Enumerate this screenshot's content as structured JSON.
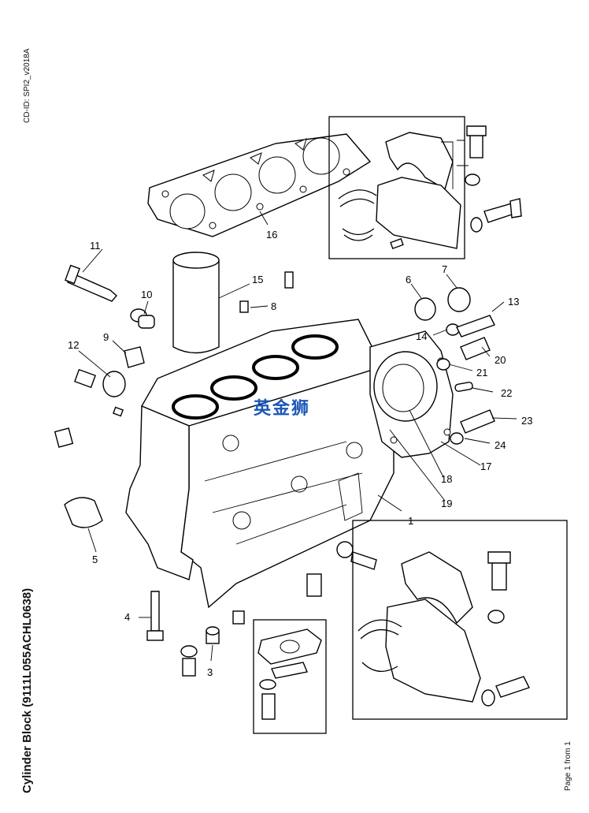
{
  "header": {
    "cd_id": "CD-ID: SPI2_v2018A"
  },
  "title": "Cylinder Block (9111L055ACHL0638)",
  "footer": {
    "page_info": "Page 1 from 1"
  },
  "watermark": "英金狮",
  "callouts": [
    {
      "id": "1",
      "label": "1"
    },
    {
      "id": "3",
      "label": "3"
    },
    {
      "id": "4",
      "label": "4"
    },
    {
      "id": "5",
      "label": "5"
    },
    {
      "id": "6",
      "label": "6"
    },
    {
      "id": "7",
      "label": "7"
    },
    {
      "id": "8",
      "label": "8"
    },
    {
      "id": "9",
      "label": "9"
    },
    {
      "id": "10",
      "label": "10"
    },
    {
      "id": "11",
      "label": "11"
    },
    {
      "id": "12",
      "label": "12"
    },
    {
      "id": "13",
      "label": "13"
    },
    {
      "id": "14",
      "label": "14"
    },
    {
      "id": "15",
      "label": "15"
    },
    {
      "id": "16",
      "label": "16"
    },
    {
      "id": "17",
      "label": "17"
    },
    {
      "id": "18",
      "label": "18"
    },
    {
      "id": "19",
      "label": "19"
    },
    {
      "id": "20",
      "label": "20"
    },
    {
      "id": "21",
      "label": "21"
    },
    {
      "id": "22",
      "label": "22"
    },
    {
      "id": "23",
      "label": "23"
    },
    {
      "id": "24",
      "label": "24"
    }
  ]
}
